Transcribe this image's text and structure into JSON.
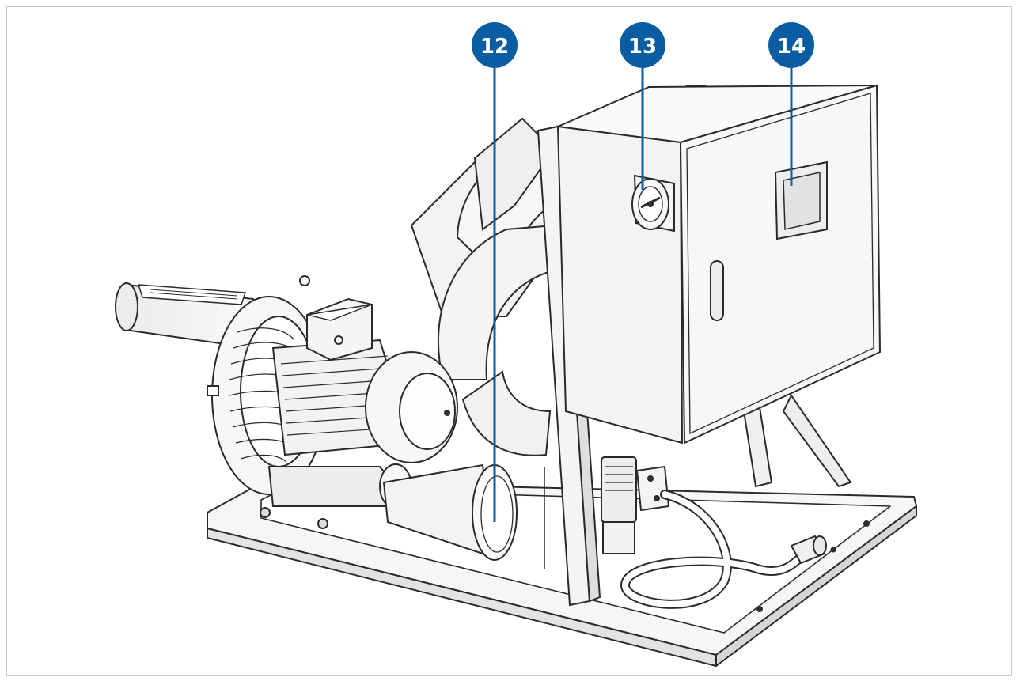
{
  "callouts": [
    {
      "label": "12",
      "part": "blower-inlet-pipe"
    },
    {
      "label": "13",
      "part": "main-switch"
    },
    {
      "label": "14",
      "part": "control-display"
    }
  ],
  "colors": {
    "callout_fill": "#0b5da3",
    "line": "#2a2a2a",
    "frame_border": "#c8c8c8",
    "panel_fill": "#f2f2f2",
    "shadow": "#d9d9d9"
  }
}
